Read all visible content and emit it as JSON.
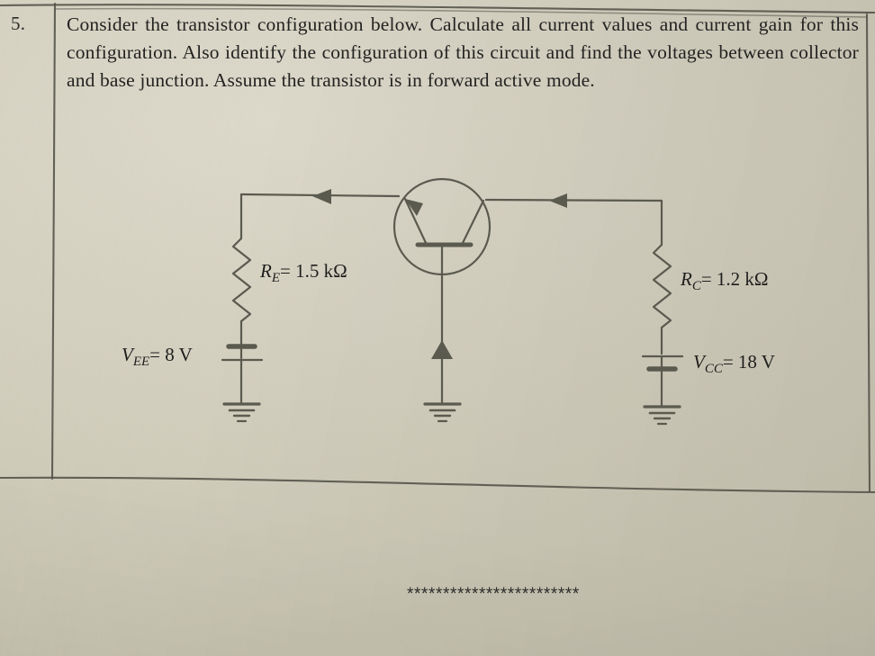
{
  "page": {
    "background_color": "#d3cfbd",
    "ink_color": "#232321",
    "line_color": "#55544a"
  },
  "question": {
    "number": "5.",
    "text": "Consider the transistor configuration below. Calculate all current values and current gain for this configuration. Also identify the configuration of this circuit and find the voltages between collector and base junction. Assume the transistor is in forward active mode."
  },
  "circuit": {
    "type": "bjt-common-base-amplifier",
    "transistor": "PNP",
    "labels": {
      "re_symbol": "R",
      "re_sub": "E",
      "re_value": "= 1.5 kΩ",
      "rc_symbol": "R",
      "rc_sub": "C",
      "rc_value": "= 1.2 kΩ",
      "vee_symbol": "V",
      "vee_sub": "EE",
      "vee_value": "= 8 V",
      "vcc_symbol": "V",
      "vcc_sub": "CC",
      "vcc_value": "= 18 V"
    },
    "components": {
      "emitter_resistor": "R_E = 1.5 kΩ",
      "collector_resistor": "R_C = 1.2 kΩ",
      "emitter_supply": "V_EE = 8 V",
      "collector_supply": "V_CC = 18 V"
    }
  },
  "footer": {
    "separator": "************************"
  }
}
